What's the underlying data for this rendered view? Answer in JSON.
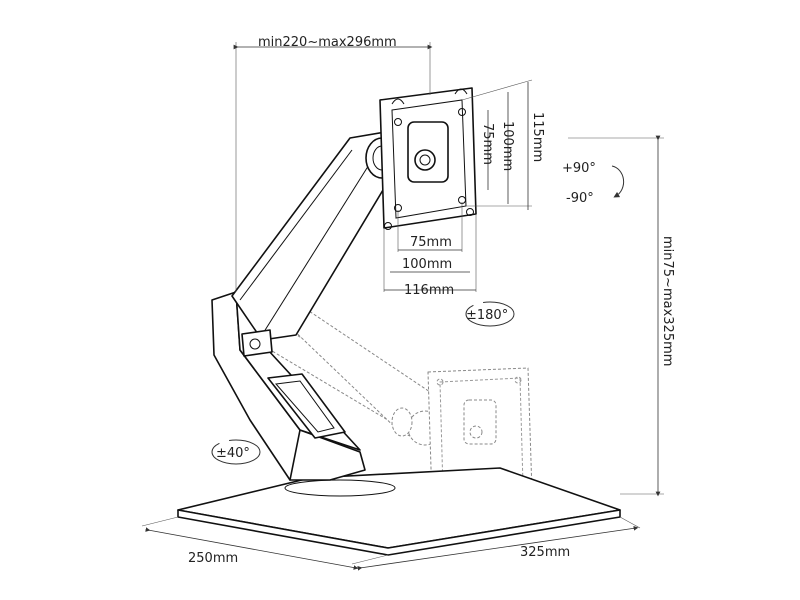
{
  "labels": {
    "arm_reach": "min220~max296mm",
    "vesa_h_75": "75mm",
    "vesa_h_100": "100mm",
    "vesa_h_115": "115mm",
    "vesa_w_75": "75mm",
    "vesa_w_100": "100mm",
    "vesa_w_116": "116mm",
    "tilt_up": "+90°",
    "tilt_down": "-90°",
    "height_range": "min75~max325mm",
    "rotation_180": "±180°",
    "swivel_40": "±40°",
    "base_depth": "250mm",
    "base_width": "325mm"
  },
  "colors": {
    "line": "#111111",
    "ghost": "#888888",
    "background": "#ffffff"
  }
}
